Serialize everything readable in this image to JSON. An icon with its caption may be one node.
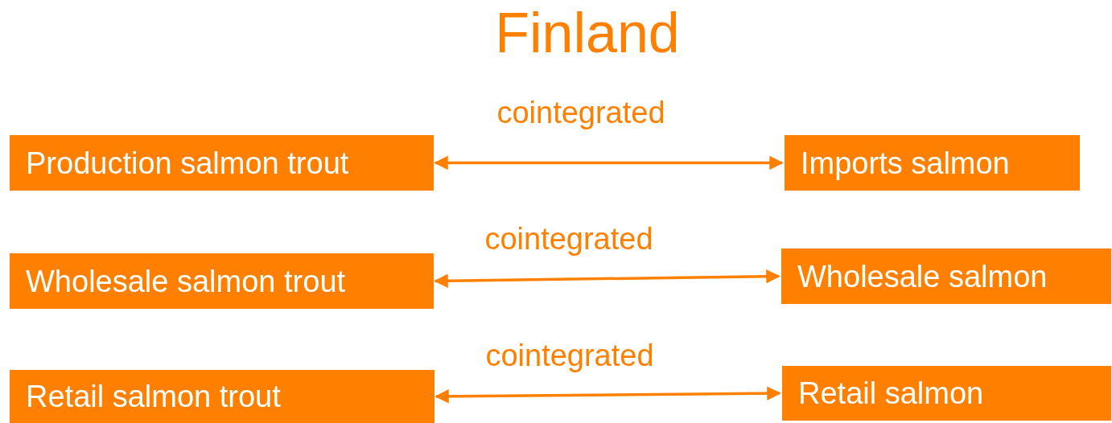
{
  "diagram": {
    "title": "Finland",
    "nodes": [
      {
        "text": [
          "Production salmon trout"
        ]
      },
      {
        "text": [
          "Imports salmon"
        ]
      },
      {
        "text": [
          "Wholesale salmon trout"
        ]
      },
      {
        "text": [
          "Wholesale salmon"
        ]
      },
      {
        "text": [
          "Retail salmon trout"
        ]
      },
      {
        "text": [
          "Retail salmon"
        ]
      }
    ],
    "edges": [
      {
        "from": 0,
        "to": 1,
        "arrow": "both",
        "label": "cointegrated"
      },
      {
        "from": 2,
        "to": 3,
        "arrow": "both",
        "label": "cointegrated"
      },
      {
        "from": 4,
        "to": 5,
        "arrow": "both",
        "label": "cointegrated"
      }
    ]
  }
}
